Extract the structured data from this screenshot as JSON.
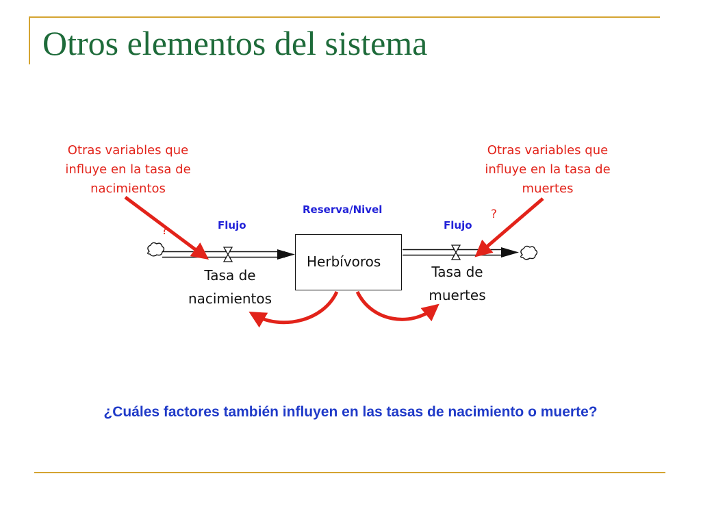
{
  "slide": {
    "title": "Otros elementos del sistema",
    "question": "¿Cuáles factores también influyen en las tasas de nacimiento o muerte?"
  },
  "diagram": {
    "stock": {
      "label": "Herbívoros",
      "type_label": "Reserva/Nivel"
    },
    "inflow": {
      "type_label": "Flujo",
      "rate_label_line1": "Tasa de",
      "rate_label_line2": "nacimientos"
    },
    "outflow": {
      "type_label": "Flujo",
      "rate_label_line1": "Tasa de",
      "rate_label_line2": "muertes"
    },
    "left_note": {
      "line1": "Otras variables que",
      "line2": "influye en la tasa de",
      "line3": "nacimientos",
      "qmark": "?"
    },
    "right_note": {
      "line1": "Otras variables que",
      "line2": "influye en la tasa de",
      "line3": "muertes",
      "qmark": "?"
    }
  },
  "colors": {
    "title": "#1e6b3a",
    "frame": "#d4a431",
    "note_red": "#e2231a",
    "label_blue": "#2222d8",
    "question_blue": "#1f3ac8"
  },
  "icons": [
    "source-cloud-icon",
    "sink-cloud-icon",
    "valve-icon",
    "arrowhead-icon"
  ]
}
